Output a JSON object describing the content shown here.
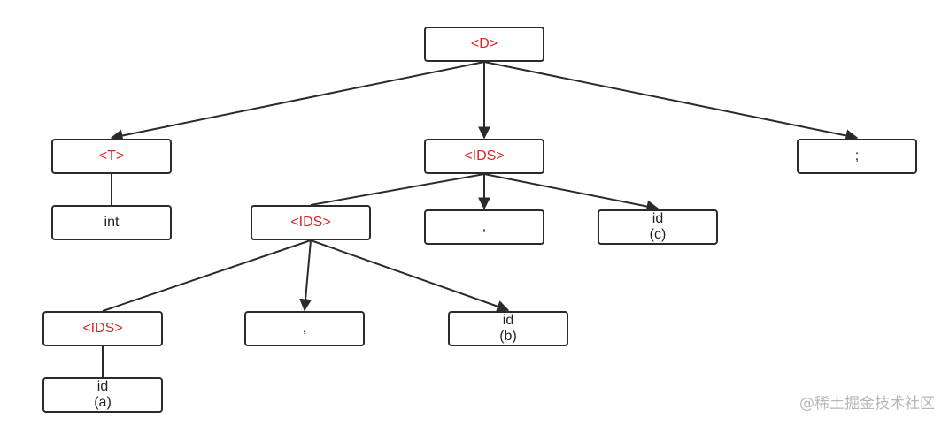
{
  "diagram": {
    "type": "parse-tree",
    "colors": {
      "nonterminal_text": "#e02424",
      "terminal_text": "#1f1f1f",
      "edge": "#2b2b2b"
    },
    "nodes": {
      "d": "<D>",
      "t": "<T>",
      "ids_top": "<IDS>",
      "semicolon": ";",
      "int": "int",
      "ids_mid": "<IDS>",
      "comma_mid": ",",
      "id_c": "id\n(c)",
      "ids_low": "<IDS>",
      "comma_low": ",",
      "id_b": "id\n(b)",
      "id_a": "id\n(a)"
    },
    "edges": [
      {
        "from": "d",
        "to": "t",
        "arrow": true
      },
      {
        "from": "d",
        "to": "ids_top",
        "arrow": true
      },
      {
        "from": "d",
        "to": "semicolon",
        "arrow": true
      },
      {
        "from": "t",
        "to": "int",
        "arrow": false
      },
      {
        "from": "ids_top",
        "to": "ids_mid",
        "arrow": false
      },
      {
        "from": "ids_top",
        "to": "comma_mid",
        "arrow": true
      },
      {
        "from": "ids_top",
        "to": "id_c",
        "arrow": true
      },
      {
        "from": "ids_mid",
        "to": "ids_low",
        "arrow": false
      },
      {
        "from": "ids_mid",
        "to": "comma_low",
        "arrow": true
      },
      {
        "from": "ids_mid",
        "to": "id_b",
        "arrow": true
      },
      {
        "from": "ids_low",
        "to": "id_a",
        "arrow": false
      }
    ]
  },
  "watermark": "@稀土掘金技术社区"
}
